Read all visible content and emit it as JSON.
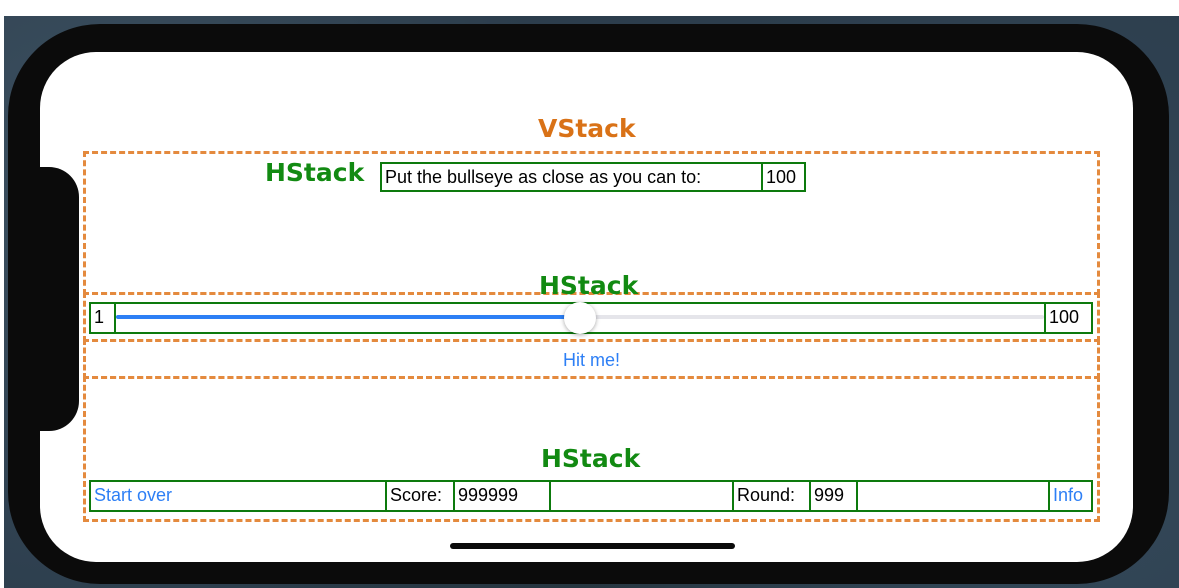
{
  "labels": {
    "vstack": "VStack",
    "hstack_top": "HStack",
    "hstack_middle": "HStack",
    "hstack_bottom": "HStack"
  },
  "target_row": {
    "instruction": "Put the bullseye as close as you can to:",
    "target_value": "100"
  },
  "slider": {
    "min_label": "1",
    "max_label": "100",
    "value_fraction": 0.5
  },
  "hit_button": {
    "label": "Hit me!"
  },
  "bottom_bar": {
    "start_over": "Start over",
    "score_label": "Score:",
    "score_value": "999999",
    "round_label": "Round:",
    "round_value": "999",
    "info": "Info"
  },
  "colors": {
    "vstack_label": "#d97217",
    "hstack_label": "#128a12",
    "dashed_border": "#e48a3e",
    "solid_border": "#0d7a0d",
    "accent": "#2d7ff5"
  }
}
